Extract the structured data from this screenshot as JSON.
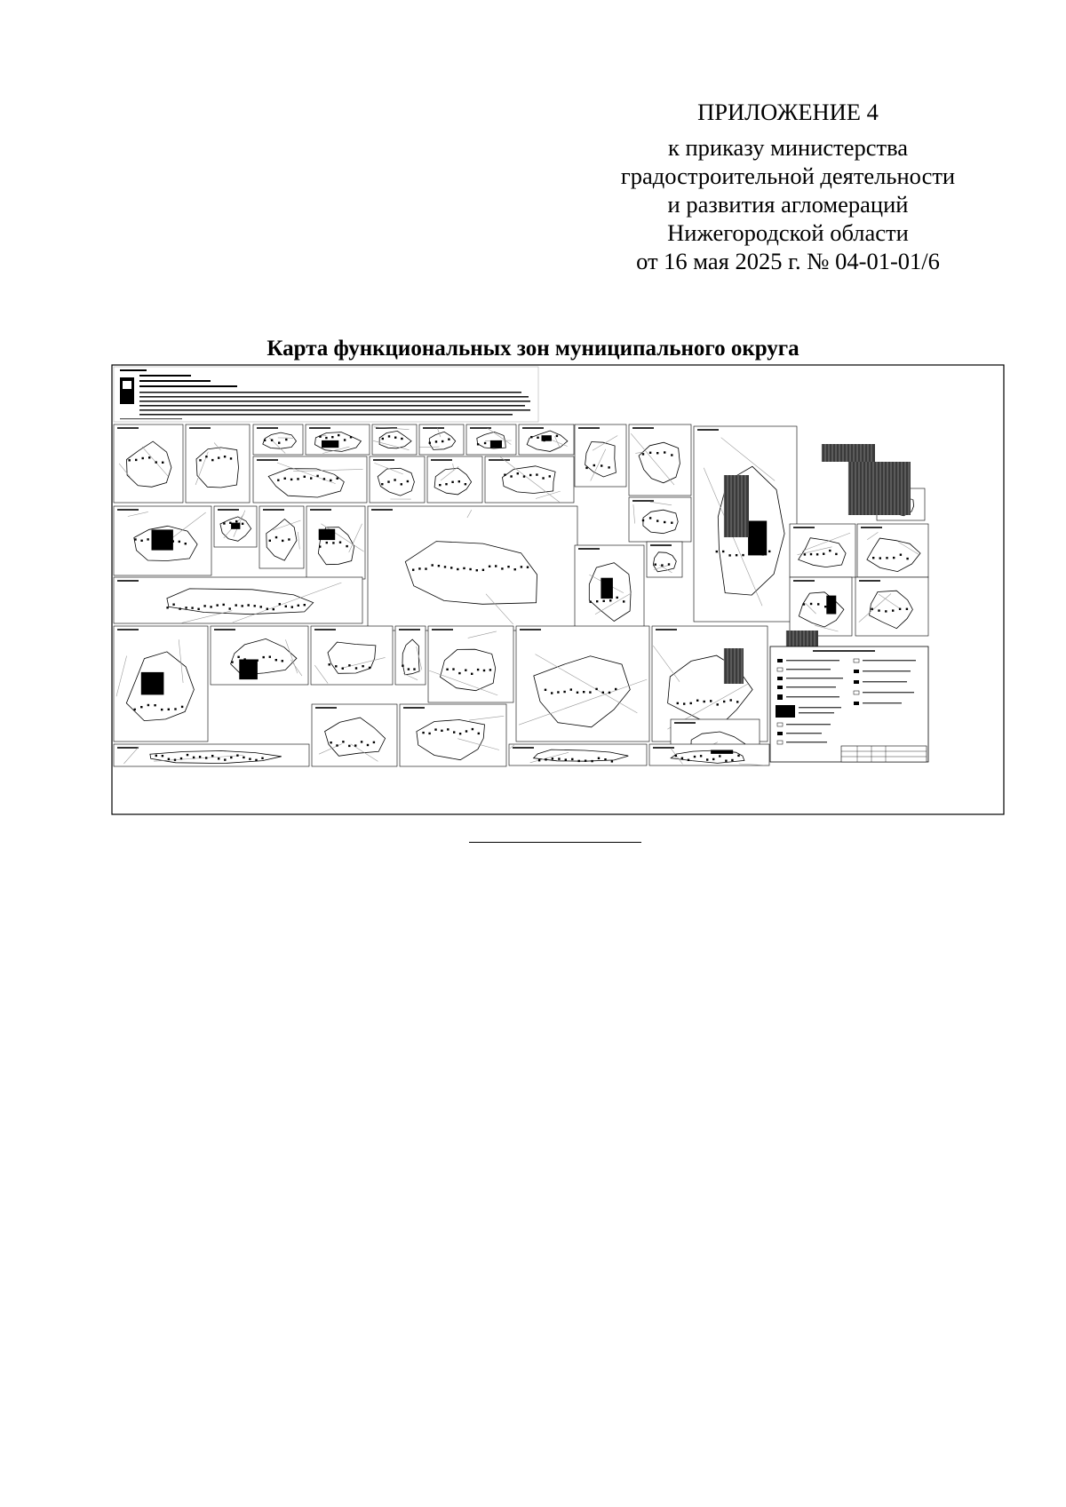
{
  "header": {
    "title": "ПРИЛОЖЕНИЕ 4",
    "lines": [
      "к приказу министерства",
      "градостроительной деятельности",
      "и развития агломераций",
      "Нижегородской области",
      "от 16 мая 2025 г. № 04-01-01/6"
    ]
  },
  "map": {
    "title": "Карта функциональных зон муниципального округа"
  },
  "colors": {
    "ink": "#000000",
    "paper": "#ffffff",
    "map_line": "#9a9a9a"
  }
}
